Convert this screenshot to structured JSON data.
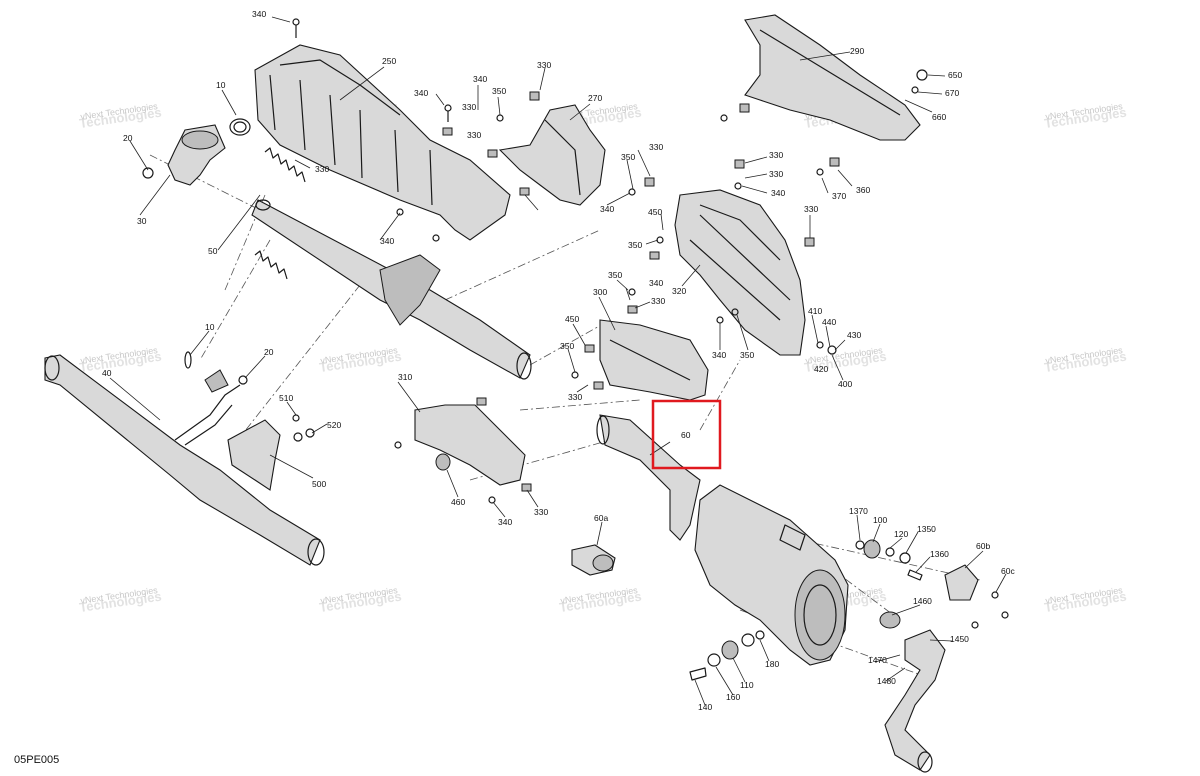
{
  "diagram": {
    "code": "05PE005",
    "watermark": {
      "line1": "vNext Technologies",
      "line2": "Technologies"
    },
    "callouts": [
      {
        "id": "c340a",
        "label": "340"
      },
      {
        "id": "c250",
        "label": "250"
      },
      {
        "id": "c10a",
        "label": "10"
      },
      {
        "id": "c20a",
        "label": "20"
      },
      {
        "id": "c30",
        "label": "30"
      },
      {
        "id": "c330a",
        "label": "330"
      },
      {
        "id": "c340b",
        "label": "340"
      },
      {
        "id": "c350a",
        "label": "350"
      },
      {
        "id": "c340c",
        "label": "340"
      },
      {
        "id": "c330b",
        "label": "330"
      },
      {
        "id": "c330c",
        "label": "330"
      },
      {
        "id": "c270",
        "label": "270"
      },
      {
        "id": "c330d",
        "label": "330"
      },
      {
        "id": "c340d",
        "label": "340"
      },
      {
        "id": "c50",
        "label": "50"
      },
      {
        "id": "c290",
        "label": "290"
      },
      {
        "id": "c650",
        "label": "650"
      },
      {
        "id": "c670",
        "label": "670"
      },
      {
        "id": "c660",
        "label": "660"
      },
      {
        "id": "c330e",
        "label": "330"
      },
      {
        "id": "c350b",
        "label": "350"
      },
      {
        "id": "c340e",
        "label": "340"
      },
      {
        "id": "c330f",
        "label": "330"
      },
      {
        "id": "c330g",
        "label": "330"
      },
      {
        "id": "c340f",
        "label": "340"
      },
      {
        "id": "c370",
        "label": "370"
      },
      {
        "id": "c360",
        "label": "360"
      },
      {
        "id": "c450a",
        "label": "450"
      },
      {
        "id": "c350c",
        "label": "350"
      },
      {
        "id": "c330h",
        "label": "330"
      },
      {
        "id": "c350d",
        "label": "350"
      },
      {
        "id": "c340g",
        "label": "340"
      },
      {
        "id": "c300",
        "label": "300"
      },
      {
        "id": "c330i",
        "label": "330"
      },
      {
        "id": "c320",
        "label": "320"
      },
      {
        "id": "c450b",
        "label": "450"
      },
      {
        "id": "c340h",
        "label": "340"
      },
      {
        "id": "c350e",
        "label": "350"
      },
      {
        "id": "c410",
        "label": "410"
      },
      {
        "id": "c440",
        "label": "440"
      },
      {
        "id": "c430",
        "label": "430"
      },
      {
        "id": "c420",
        "label": "420"
      },
      {
        "id": "c400",
        "label": "400"
      },
      {
        "id": "c10b",
        "label": "10"
      },
      {
        "id": "c20b",
        "label": "20"
      },
      {
        "id": "c40",
        "label": "40"
      },
      {
        "id": "c310",
        "label": "310"
      },
      {
        "id": "c350f",
        "label": "350"
      },
      {
        "id": "c330j",
        "label": "330"
      },
      {
        "id": "c510",
        "label": "510"
      },
      {
        "id": "c520",
        "label": "520"
      },
      {
        "id": "c500",
        "label": "500"
      },
      {
        "id": "c60",
        "label": "60"
      },
      {
        "id": "c460",
        "label": "460"
      },
      {
        "id": "c340i",
        "label": "340"
      },
      {
        "id": "c330k",
        "label": "330"
      },
      {
        "id": "c60a",
        "label": "60a"
      },
      {
        "id": "c1370",
        "label": "1370"
      },
      {
        "id": "c100",
        "label": "100"
      },
      {
        "id": "c120",
        "label": "120"
      },
      {
        "id": "c1350",
        "label": "1350"
      },
      {
        "id": "c1360",
        "label": "1360"
      },
      {
        "id": "c60b",
        "label": "60b"
      },
      {
        "id": "c60c",
        "label": "60c"
      },
      {
        "id": "c1460",
        "label": "1460"
      },
      {
        "id": "c1450",
        "label": "1450"
      },
      {
        "id": "c1470",
        "label": "1470"
      },
      {
        "id": "c1480",
        "label": "1480"
      },
      {
        "id": "c180",
        "label": "180"
      },
      {
        "id": "c110",
        "label": "110"
      },
      {
        "id": "c160",
        "label": "160"
      },
      {
        "id": "c140",
        "label": "140"
      }
    ],
    "highlight": {
      "target": "60",
      "color": "#e0191f"
    }
  }
}
